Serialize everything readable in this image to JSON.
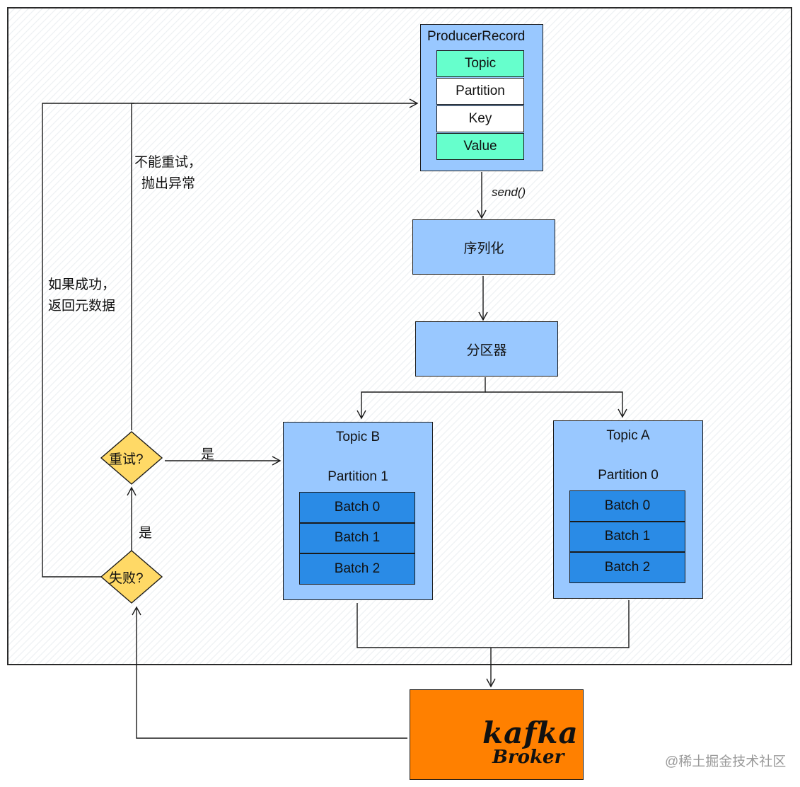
{
  "producer_record": {
    "title": "ProducerRecord",
    "fields": [
      "Topic",
      "Partition",
      "Key",
      "Value"
    ]
  },
  "edges": {
    "send": "send()",
    "retry_yes": "是",
    "fail_yes": "是"
  },
  "steps": {
    "serializer": "序列化",
    "partitioner": "分区器"
  },
  "topics": [
    {
      "title": "Topic B",
      "partition": "Partition 1",
      "batches": [
        "Batch 0",
        "Batch 1",
        "Batch 2"
      ]
    },
    {
      "title": "Topic A",
      "partition": "Partition 0",
      "batches": [
        "Batch 0",
        "Batch 1",
        "Batch 2"
      ]
    }
  ],
  "decisions": {
    "retry": "重试?",
    "failed": "失败?"
  },
  "notes": {
    "no_retry_line1": "不能重试，",
    "no_retry_line2": "抛出异常",
    "success_line1": "如果成功，",
    "success_line2": "返回元数据"
  },
  "broker": {
    "logo_text": "kafka",
    "label": "Broker"
  },
  "watermark": "@稀土掘金技术社区",
  "colors": {
    "record_box": "#99c8ff",
    "record_field_accent": "#66ffcc",
    "batch": "#2a8be6",
    "decision": "#ffd966",
    "broker": "#ff8000"
  }
}
